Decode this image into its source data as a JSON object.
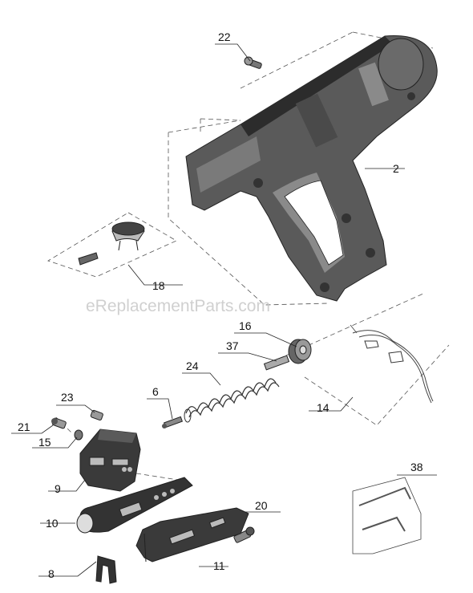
{
  "watermark": "eReplacementParts.com",
  "colors": {
    "part_dark": "#3a3a3a",
    "part_mid": "#6e6e6e",
    "part_light": "#bdbdbd",
    "line": "#222222"
  },
  "callouts": {
    "c22": "22",
    "c2": "2",
    "c18": "18",
    "c16": "16",
    "c37": "37",
    "c24": "24",
    "c6": "6",
    "c14": "14",
    "c23": "23",
    "c21": "21",
    "c15": "15",
    "c9": "9",
    "c38": "38",
    "c20": "20",
    "c10": "10",
    "c11": "11",
    "c8": "8"
  }
}
